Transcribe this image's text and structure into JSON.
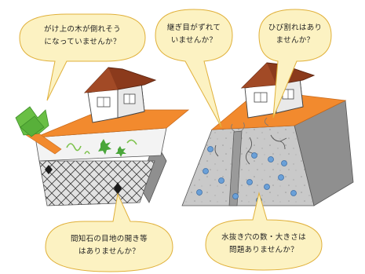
{
  "bubbles": {
    "tree": {
      "line1": "がけ上の木が倒れそう",
      "line2": "になっていませんか？"
    },
    "joint": {
      "line1": "継ぎ目がずれて",
      "line2": "いませんか？"
    },
    "crack": {
      "line1": "ひび割れはあり",
      "line2": "ませんか？"
    },
    "stone": {
      "line1": "間知石の目地の開き等",
      "line2": "はありませんか？"
    },
    "drain": {
      "line1": "水抜き穴の数・大きさは",
      "line2": "問題ありませんか？"
    }
  },
  "colors": {
    "bubble_fill": "#fcf2c2",
    "bubble_stroke": "#e0b03a",
    "ground_top": "#f28a2e",
    "roof": "#8b3a1c",
    "wall_front": "#bdbdbd",
    "wall_side": "#8f8f8f",
    "drain_hole": "#4f86c6",
    "tree_green": "#6abf45"
  }
}
